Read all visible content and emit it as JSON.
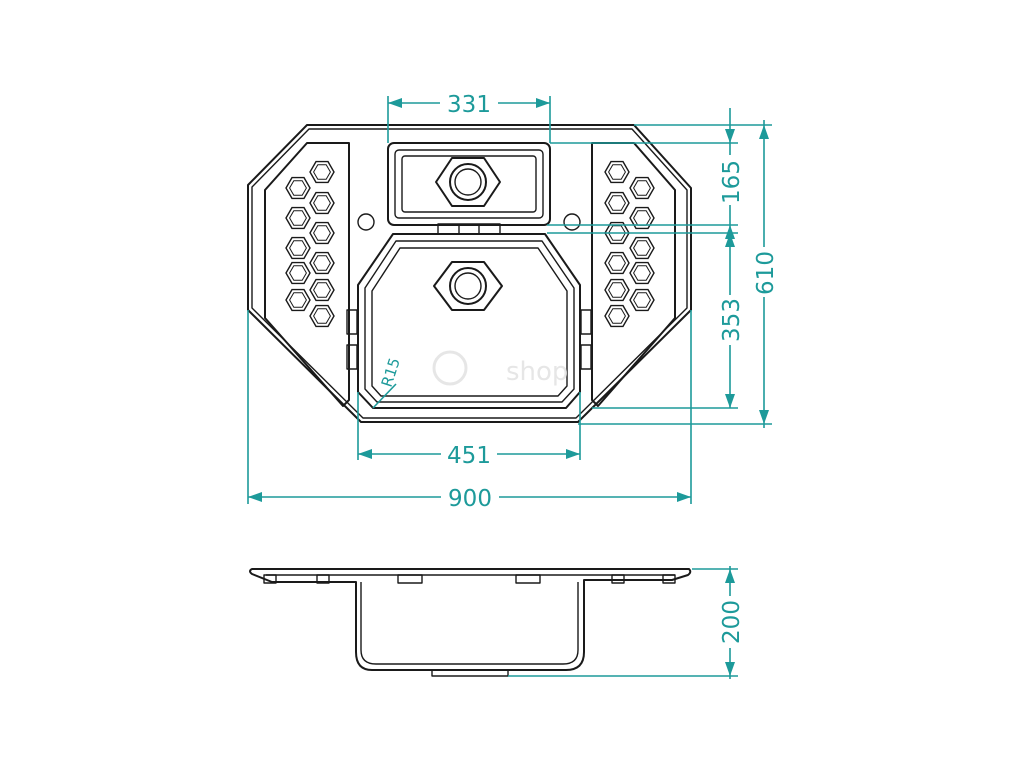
{
  "diagram": {
    "colors": {
      "outline": "#1a1a1a",
      "dimension": "#1d9a9a",
      "watermark": "#e4e4e4"
    },
    "dimensions": {
      "small_bowl_width": "331",
      "small_bowl_height": "165",
      "total_depth": "610",
      "main_bowl_height": "353",
      "main_bowl_width": "451",
      "total_width": "900",
      "bowl_depth": "200",
      "corner_radius": "R15"
    },
    "watermark_text": "shop"
  }
}
